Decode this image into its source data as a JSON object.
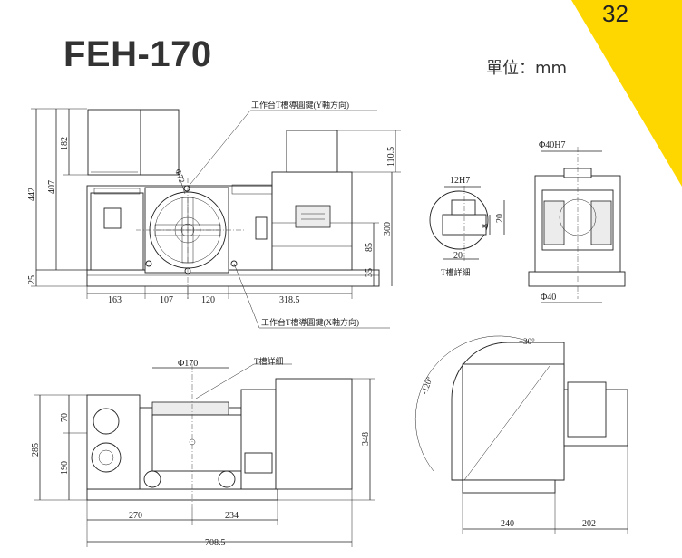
{
  "header": {
    "model": "FEH-170",
    "unit": "單位：mm",
    "page_number": "32",
    "accent_color": "#ffd700"
  },
  "annotations": {
    "y_slot_key": "工作台T槽導圓鍵(Y軸方向)",
    "x_slot_key": "工作台T槽導圓鍵(X軸方向)",
    "t_slot_detail": "T槽詳細",
    "t_slot_detail_2": "T槽詳細"
  },
  "dimensions": {
    "front": {
      "h_442": "442",
      "h_407": "407",
      "h_182": "182",
      "h_25": "25",
      "d_172": "Φ72",
      "h_110_5": "110.5",
      "h_300": "300",
      "h_85": "85",
      "h_35": "35",
      "w_163": "163",
      "w_107": "107",
      "w_120": "120",
      "w_318_5": "318.5"
    },
    "tslot": {
      "w_12h7": "12H7",
      "w_20": "20",
      "h_8": "8",
      "h_20": "20"
    },
    "side": {
      "d_40h7": "Φ40H7",
      "d_40": "Φ40"
    },
    "lower": {
      "d_170": "Φ170",
      "h_285": "285",
      "h_70": "70",
      "h_190": "190",
      "h_348": "348",
      "w_270": "270",
      "w_234": "234",
      "w_708_5": "708.5"
    },
    "top": {
      "a_30": "+30°",
      "a_120": "-120°",
      "w_240": "240",
      "w_202": "202"
    }
  }
}
